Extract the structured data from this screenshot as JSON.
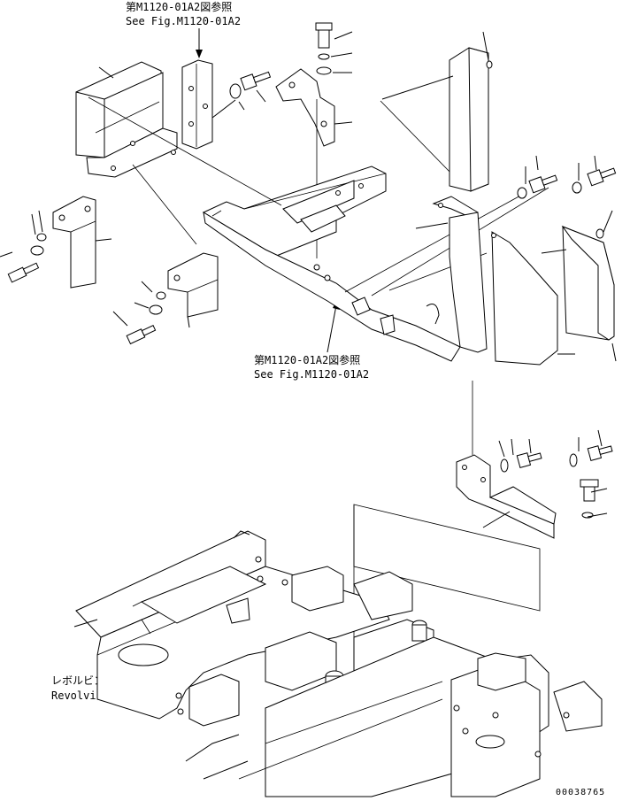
{
  "references": {
    "top": {
      "jp": "第M1120-01A2図参照",
      "en": "See Fig.M1120-01A2"
    },
    "middle": {
      "jp": "第M1120-01A2図参照",
      "en": "See Fig.M1120-01A2"
    }
  },
  "frame_label": {
    "jp": "レボルビングフレーム",
    "en": "Revolving Frame"
  },
  "drawing_number": "00038765"
}
